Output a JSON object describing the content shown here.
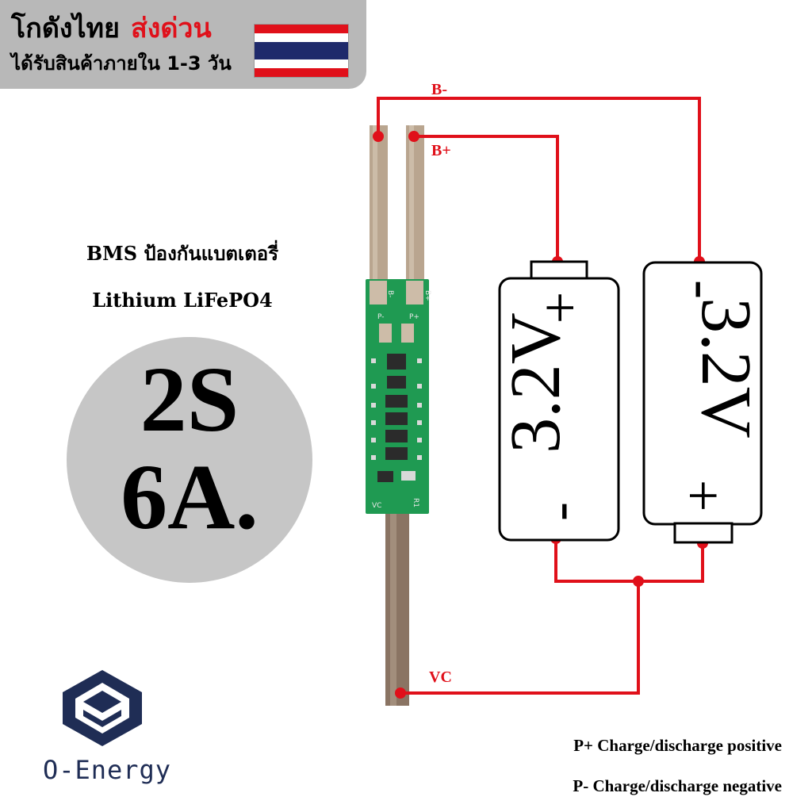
{
  "banner": {
    "shop": "โกดังไทย",
    "express": "ส่งด่วน",
    "delivery": "ได้รับสินค้าภายใน 1-3 วัน"
  },
  "product": {
    "title": "BMS ป้องกันแบตเตอรี่",
    "chemistry": "Lithium LiFePO4",
    "series": "2S",
    "current": "6A."
  },
  "wires": {
    "b_minus": "B-",
    "b_plus": "B+",
    "vc": "VC"
  },
  "board": {
    "pads": [
      "B-",
      "B+",
      "P-",
      "P+",
      "VC",
      "R1"
    ]
  },
  "cells": [
    {
      "voltage": "3.2V",
      "top_sign": "+",
      "bottom_sign": "-"
    },
    {
      "voltage": "3.2V",
      "top_sign": "-",
      "bottom_sign": "+"
    }
  ],
  "legend": {
    "p_plus": "P+ Charge/discharge positive",
    "p_minus": "P- Charge/discharge negative"
  },
  "brand": {
    "name": "O-Energy"
  },
  "colors": {
    "wire": "#e0101a",
    "pcb": "#1f9a52",
    "banner_bg": "#b8b8b8",
    "disk": "#c6c6c6",
    "logo": "#1f2d55"
  }
}
